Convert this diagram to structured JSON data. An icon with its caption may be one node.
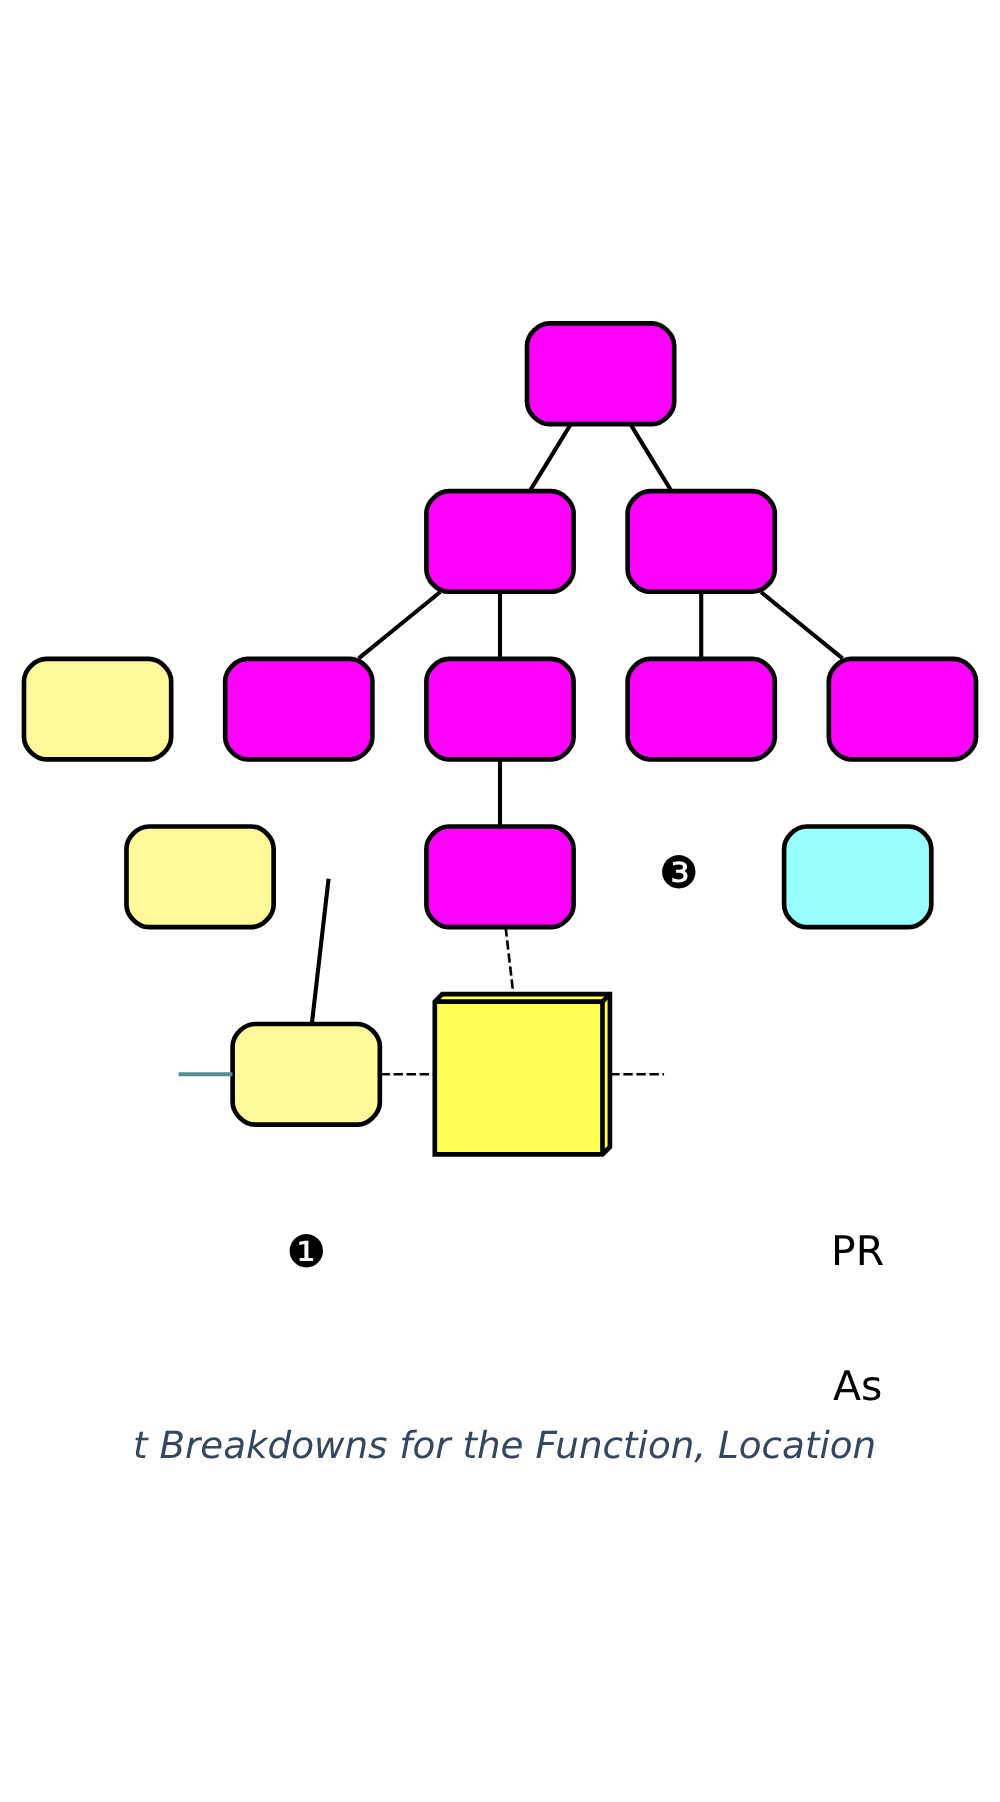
{
  "diagram": {
    "caption": "t Breakdowns for the Function, Location",
    "nodes": [
      {
        "text": [],
        "shape": "box"
      },
      {
        "text": [],
        "shape": "box"
      },
      {
        "text": [],
        "shape": "box"
      },
      {
        "text": [],
        "shape": "box"
      },
      {
        "text": [],
        "shape": "box"
      },
      {
        "text": [],
        "shape": "box"
      },
      {
        "text": [],
        "shape": "box"
      },
      {
        "text": [],
        "shape": "box",
        "beside": [
          "❸"
        ]
      },
      {
        "text": [],
        "shape": "box"
      },
      {
        "text": [],
        "shape": "box"
      },
      {
        "text": [],
        "shape": "box",
        "beside": [
          "❶"
        ]
      },
      {
        "text": [],
        "shape": "box"
      },
      {
        "text": [],
        "shape": "cube"
      }
    ],
    "edges": [
      {
        "from": 0,
        "to": 1,
        "arrow": "none"
      },
      {
        "from": 0,
        "to": 2,
        "arrow": "none"
      },
      {
        "from": 1,
        "to": 3,
        "arrow": "none"
      },
      {
        "from": 1,
        "to": 4,
        "arrow": "none"
      },
      {
        "from": 2,
        "to": 5,
        "arrow": "none"
      },
      {
        "from": 2,
        "to": 6,
        "arrow": "none"
      },
      {
        "from": 4,
        "to": 7,
        "arrow": "none"
      },
      {
        "from": null,
        "to": 10,
        "arrow": "none"
      },
      {
        "from": null,
        "to": 10,
        "arrow": "none",
        "color": "#4f8f8f"
      },
      {
        "from": 7,
        "to": 12,
        "arrow": "none",
        "style": "dashed"
      },
      {
        "from": 10,
        "to": 12,
        "arrow": "none",
        "style": "dashed"
      },
      {
        "from": 12,
        "to": null,
        "arrow": "none",
        "style": "dashed"
      }
    ],
    "labels": [
      "PR",
      "As"
    ]
  }
}
